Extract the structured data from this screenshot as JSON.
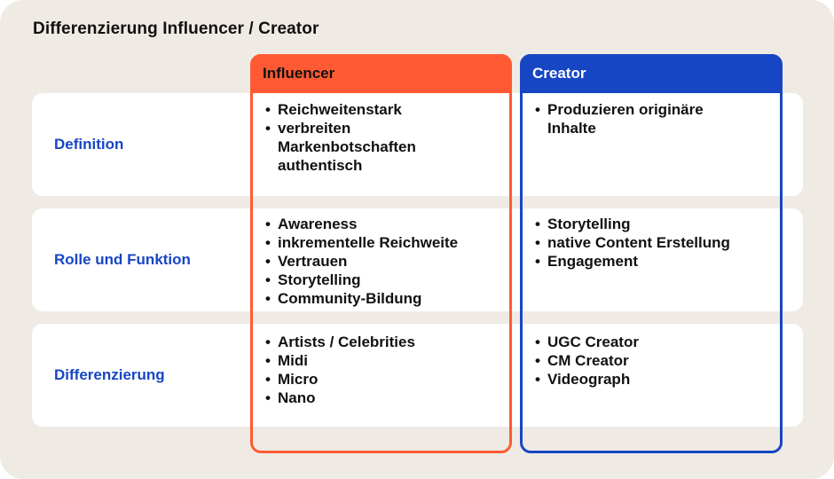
{
  "title": "Differenzierung Influencer / Creator",
  "colors": {
    "influencer": "#ff5a33",
    "creator": "#1746c4",
    "label": "#1746c4",
    "background": "#efebe4"
  },
  "columns": {
    "influencer": "Influencer",
    "creator": "Creator"
  },
  "rows": [
    {
      "label": "Definition",
      "influencer": [
        "Reichweitenstark",
        "verbreiten Markenbotschaften authentisch"
      ],
      "creator": [
        "Produzieren originäre Inhalte"
      ]
    },
    {
      "label": "Rolle und Funktion",
      "influencer": [
        "Awareness",
        "inkrementelle Reichweite",
        "Vertrauen",
        "Storytelling",
        "Community-Bildung"
      ],
      "creator": [
        "Storytelling",
        "native Content Erstellung",
        "Engagement"
      ]
    },
    {
      "label": "Differenzierung",
      "influencer": [
        "Artists / Celebrities",
        "Midi",
        "Micro",
        "Nano"
      ],
      "creator": [
        "UGC Creator",
        "CM Creator",
        "Videograph"
      ]
    }
  ]
}
